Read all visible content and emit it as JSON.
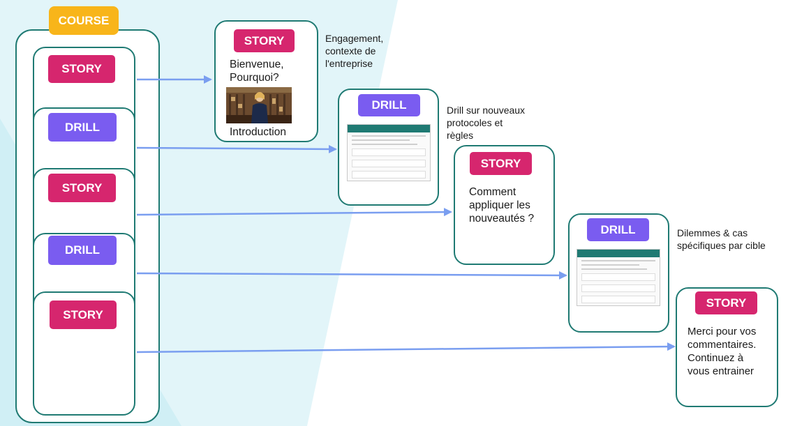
{
  "colors": {
    "story": "#d6266e",
    "drill": "#7a5cf0",
    "course": "#f8b51a",
    "border": "#1f7a73",
    "arrow": "#7a9ef0",
    "background": "#dff3f8"
  },
  "course": {
    "label": "COURSE",
    "modules": [
      {
        "type": "STORY"
      },
      {
        "type": "DRILL"
      },
      {
        "type": "STORY"
      },
      {
        "type": "DRILL"
      },
      {
        "type": "STORY"
      }
    ]
  },
  "steps": [
    {
      "tag": "STORY",
      "text": "Bienvenue,\nPourquoi?",
      "caption": "Introduction",
      "note": "Engagement,\ncontexte de\nl'entreprise",
      "image": "presenter-photo"
    },
    {
      "tag": "DRILL",
      "note": "Drill sur nouveaux\nprotocoles et\nrègles",
      "image": "drill-screenshot"
    },
    {
      "tag": "STORY",
      "text": "Comment\nappliquer les\nnouveautés ?"
    },
    {
      "tag": "DRILL",
      "note": "Dilemmes & cas\nspécifiques par cible",
      "image": "drill-screenshot"
    },
    {
      "tag": "STORY",
      "text": "Merci pour vos\ncommentaires.\nContinuez à\nvous entrainer"
    }
  ]
}
